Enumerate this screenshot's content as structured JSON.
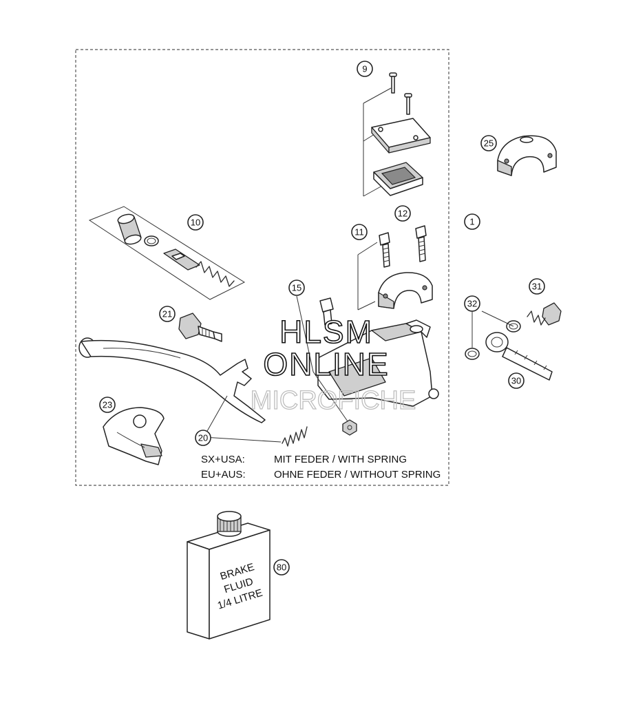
{
  "callouts": [
    {
      "id": "c1",
      "label": "1"
    },
    {
      "id": "c9",
      "label": "9"
    },
    {
      "id": "c10",
      "label": "10"
    },
    {
      "id": "c11",
      "label": "11"
    },
    {
      "id": "c12",
      "label": "12"
    },
    {
      "id": "c15",
      "label": "15"
    },
    {
      "id": "c20",
      "label": "20"
    },
    {
      "id": "c21",
      "label": "21"
    },
    {
      "id": "c23",
      "label": "23"
    },
    {
      "id": "c25",
      "label": "25"
    },
    {
      "id": "c30",
      "label": "30"
    },
    {
      "id": "c31",
      "label": "31"
    },
    {
      "id": "c32",
      "label": "32"
    },
    {
      "id": "c80",
      "label": "80"
    }
  ],
  "notes": {
    "line1_region": "SX+USA:",
    "line1_text": "MIT FEDER / WITH SPRING",
    "line2_region": "EU+AUS:",
    "line2_text": "OHNE FEDER / WITHOUT SPRING"
  },
  "bottle": {
    "line1": "BRAKE",
    "line2": "FLUID",
    "line3": "1/4 LITRE"
  },
  "watermark": {
    "line1": "HLSM",
    "line2": "ONLINE",
    "line3": "MICROFICHE"
  }
}
